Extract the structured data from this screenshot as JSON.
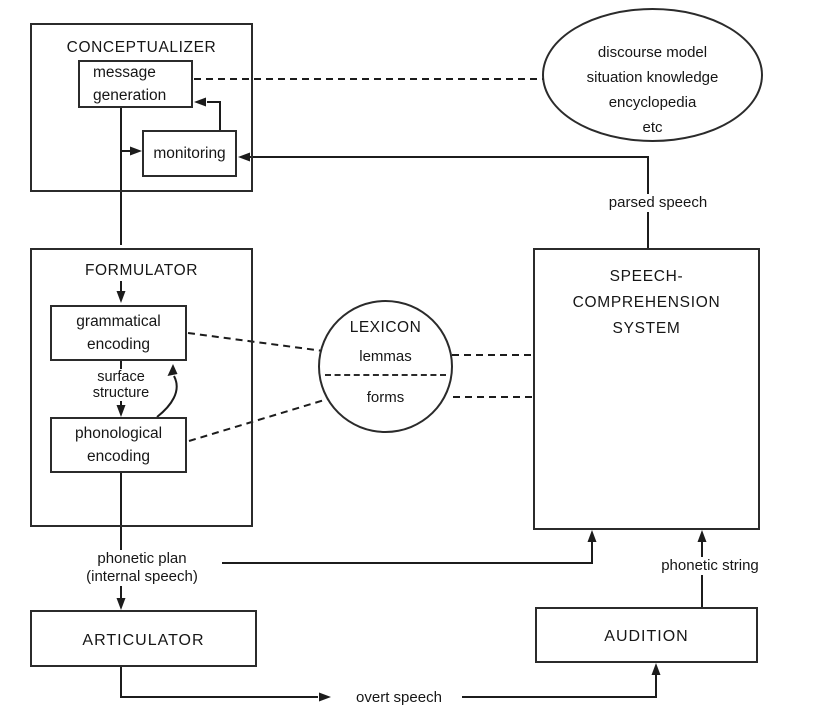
{
  "conceptualizer": {
    "title": "CONCEPTUALIZER",
    "message_generation": {
      "line1": "message",
      "line2": "generation"
    },
    "monitoring": "monitoring"
  },
  "knowledge": {
    "line1": "discourse model",
    "line2": "situation knowledge",
    "line3": "encyclopedia",
    "line4": "etc"
  },
  "formulator": {
    "title": "FORMULATOR",
    "grammatical": {
      "line1": "grammatical",
      "line2": "encoding"
    },
    "surface": {
      "line1": "surface",
      "line2": "structure"
    },
    "phonological": {
      "line1": "phonological",
      "line2": "encoding"
    }
  },
  "lexicon": {
    "title": "LEXICON",
    "lemmas": "lemmas",
    "forms": "forms"
  },
  "comprehension": {
    "line1": "SPEECH-",
    "line2": "COMPREHENSION",
    "line3": "SYSTEM"
  },
  "articulator": {
    "title": "ARTICULATOR"
  },
  "audition": {
    "title": "AUDITION"
  },
  "labels": {
    "parsed_speech": "parsed speech",
    "phonetic_plan_line1": "phonetic plan",
    "phonetic_plan_line2": "(internal speech)",
    "overt_speech": "overt speech",
    "phonetic_string": "phonetic string"
  },
  "colors": {
    "ink": "#1c1c1c",
    "background": "#ffffff"
  }
}
